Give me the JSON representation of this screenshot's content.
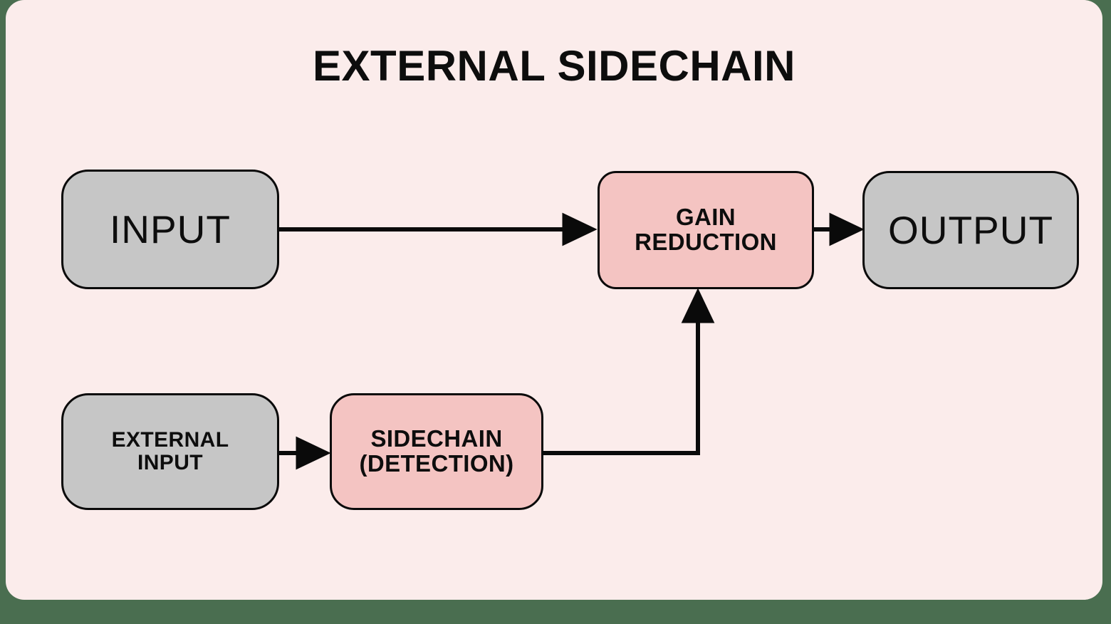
{
  "page": {
    "background_color": "#4a6e50",
    "card_color": "#fbeceb"
  },
  "header": {
    "title": "EXTERNAL SIDECHAIN"
  },
  "palette": {
    "gray_node": "#c6c6c6",
    "pink_node": "#f4c4c2",
    "stroke": "#0a0a0a",
    "text": "#0d0d0d"
  },
  "diagram": {
    "type": "signal-flow",
    "nodes": [
      {
        "id": "input",
        "label": "INPUT",
        "style": "gray"
      },
      {
        "id": "gain",
        "line1": "GAIN",
        "line2": "REDUCTION",
        "style": "pink"
      },
      {
        "id": "output",
        "label": "OUTPUT",
        "style": "gray"
      },
      {
        "id": "ext_input",
        "line1": "EXTERNAL",
        "line2": "INPUT",
        "style": "gray"
      },
      {
        "id": "sidechain",
        "line1": "SIDECHAIN",
        "line2": "(DETECTION)",
        "style": "pink"
      }
    ],
    "connections": [
      {
        "from": "input",
        "to": "gain",
        "kind": "arrow-right"
      },
      {
        "from": "gain",
        "to": "output",
        "kind": "arrow-right"
      },
      {
        "from": "ext_input",
        "to": "sidechain",
        "kind": "arrow-right"
      },
      {
        "from": "sidechain",
        "to": "gain",
        "kind": "elbow-arrow-up"
      }
    ]
  }
}
